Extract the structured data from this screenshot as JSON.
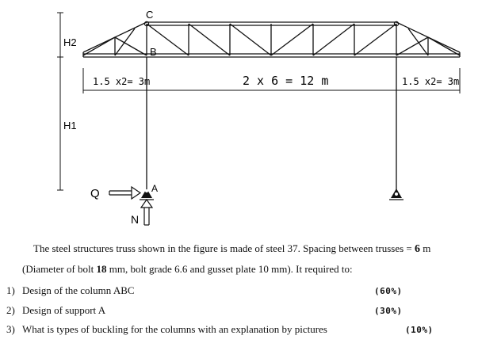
{
  "figure": {
    "labels": {
      "top_joint": "C",
      "mid_joint": "B",
      "support_joint": "A",
      "height_top": "H2",
      "height_bottom": "H1",
      "horizontal_load": "Q",
      "vertical_reaction": "N"
    },
    "dimensions": {
      "left_cantilever": "1.5 x2= 3m",
      "main_span": "2 x 6 = 12  m",
      "right_cantilever": "1.5 x2= 3m"
    }
  },
  "text": {
    "para_line1_a": "The steel structures truss shown in the figure is made of steel 37. Spacing between trusses = ",
    "para_line1_b": "6",
    "para_line1_c": " m",
    "para_line2_a": "(Diameter of bolt ",
    "para_line2_b": "18",
    "para_line2_c": " mm, bolt grade 6.6 and gusset plate 10 mm). It required to:",
    "items": [
      {
        "num": "1)",
        "text": "Design of the column ABC",
        "weight": "(60%)"
      },
      {
        "num": "2)",
        "text": "Design of support A",
        "weight": "(30%)"
      },
      {
        "num": "3)",
        "text": "What is types of buckling for the columns with an explanation by pictures",
        "weight": "(10%)"
      }
    ]
  }
}
